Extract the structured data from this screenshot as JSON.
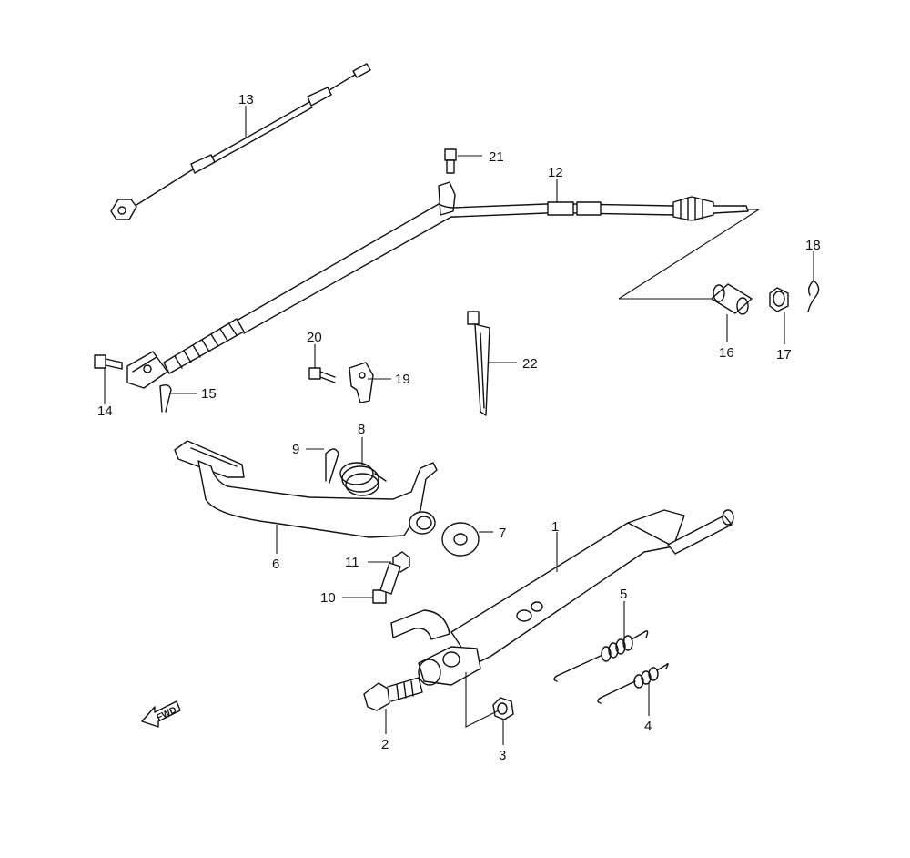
{
  "diagram": {
    "callouts": [
      {
        "id": "1",
        "label": "1"
      },
      {
        "id": "2",
        "label": "2"
      },
      {
        "id": "3",
        "label": "3"
      },
      {
        "id": "4",
        "label": "4"
      },
      {
        "id": "5",
        "label": "5"
      },
      {
        "id": "6",
        "label": "6"
      },
      {
        "id": "7",
        "label": "7"
      },
      {
        "id": "8",
        "label": "8"
      },
      {
        "id": "9",
        "label": "9"
      },
      {
        "id": "10",
        "label": "10"
      },
      {
        "id": "11",
        "label": "11"
      },
      {
        "id": "12",
        "label": "12"
      },
      {
        "id": "13",
        "label": "13"
      },
      {
        "id": "14",
        "label": "14"
      },
      {
        "id": "15",
        "label": "15"
      },
      {
        "id": "16",
        "label": "16"
      },
      {
        "id": "17",
        "label": "17"
      },
      {
        "id": "18",
        "label": "18"
      },
      {
        "id": "19",
        "label": "19"
      },
      {
        "id": "20",
        "label": "20"
      },
      {
        "id": "21",
        "label": "21"
      },
      {
        "id": "22",
        "label": "22"
      }
    ],
    "fwd_label": "FWD",
    "colors": {
      "line": "#111111",
      "background": "#ffffff"
    }
  }
}
